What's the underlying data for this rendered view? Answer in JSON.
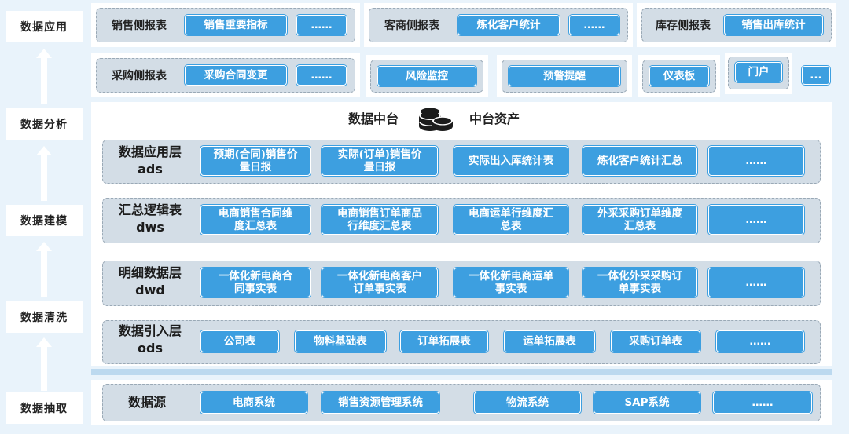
{
  "stages": [
    "数据应用",
    "数据分析",
    "数据建模",
    "数据清洗",
    "数据抽取"
  ],
  "top_row": {
    "sales": {
      "label": "销售侧报表",
      "items": [
        "销售重要指标",
        "……"
      ]
    },
    "customer": {
      "label": "客商侧报表",
      "items": [
        "炼化客户统计",
        "……"
      ]
    },
    "inventory": {
      "label": "库存侧报表",
      "items": [
        "销售出库统计"
      ]
    }
  },
  "second_row": {
    "purchase": {
      "label": "采购侧报表",
      "items": [
        "采购合同变更",
        "……"
      ]
    },
    "extras": [
      "风险监控",
      "预警提醒",
      "仪表板",
      "门户",
      "..."
    ]
  },
  "middle": {
    "title": "数据中台",
    "assets": "中台资产"
  },
  "layers": [
    {
      "name": "数据应用层",
      "code": "ads",
      "items": [
        "预期(合同)销售价\n量日报",
        "实际(订单)销售价\n量日报",
        "实际出入库统计表",
        "炼化客户统计汇总",
        "……"
      ]
    },
    {
      "name": "汇总逻辑表",
      "code": "dws",
      "items": [
        "电商销售合同维\n度汇总表",
        "电商销售订单商品\n行维度汇总表",
        "电商运单行维度汇\n总表",
        "外采采购订单维度\n汇总表",
        "……"
      ]
    },
    {
      "name": "明细数据层",
      "code": "dwd",
      "items": [
        "一体化新电商合\n同事实表",
        "一体化新电商客户\n订单事实表",
        "一体化新电商运单\n事实表",
        "一体化外采采购订\n单事实表",
        "……"
      ]
    },
    {
      "name": "数据引入层",
      "code": "ods",
      "items": [
        "公司表",
        "物料基础表",
        "订单拓展表",
        "运单拓展表",
        "采购订单表",
        "……"
      ]
    }
  ],
  "source": {
    "name": "数据源",
    "items": [
      "电商系统",
      "销售资源管理系统",
      "物流系统",
      "SAP系统",
      "……"
    ]
  },
  "colors": {
    "pill": "#3d9fe0",
    "group": "#d3dde6",
    "background": "#e9f3fb"
  }
}
